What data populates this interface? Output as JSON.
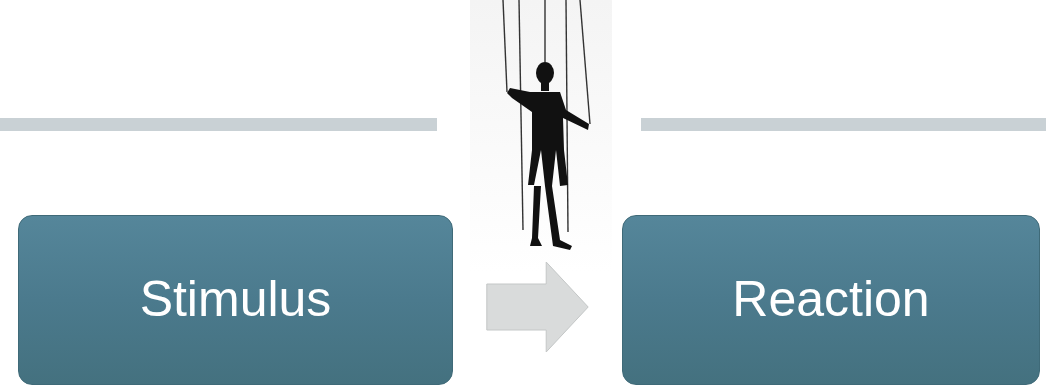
{
  "diagram": {
    "nodes": [
      {
        "text": [
          "Stimulus"
        ]
      },
      {
        "text": [
          "Reaction"
        ]
      }
    ],
    "edges": [
      {
        "from": 0,
        "to": 1,
        "arrow": "to"
      }
    ]
  }
}
